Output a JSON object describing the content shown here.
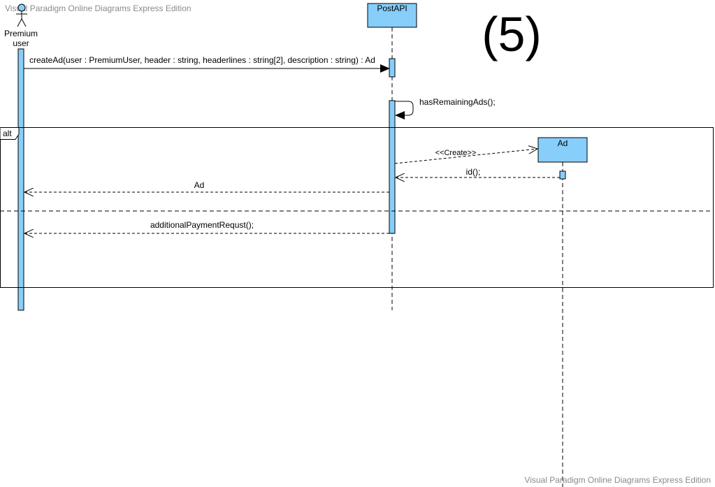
{
  "watermark": {
    "top": "Visual Paradigm Online Diagrams Express Edition",
    "bottom": "Visual Paradigm Online Diagrams Express Edition"
  },
  "diagram": {
    "step_number": "(5)",
    "actor": {
      "label_line1": "Premium",
      "label_line2": "user"
    },
    "lifelines": {
      "post_api": "PostAPI",
      "ad": "Ad"
    },
    "fragment": {
      "operator": "alt"
    },
    "messages": {
      "create_ad": "createAd(user : PremiumUser, header : string, headerlines : string[2], description : string) : Ad",
      "has_remaining_ads": "hasRemainingAds();",
      "create": "<<Create>>",
      "id_return": "id();",
      "ad_return": "Ad",
      "additional_payment": "additionalPaymentRequst();"
    },
    "colors": {
      "lifeline_fill": "#87CEFA",
      "stroke": "#000000"
    }
  }
}
